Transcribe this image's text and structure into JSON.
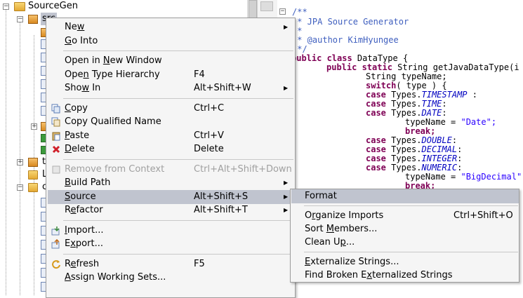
{
  "tree": {
    "root_label": "SourceGen",
    "src_label": "src",
    "items": [
      "te",
      "Li",
      "c"
    ]
  },
  "editor": {
    "lines": [
      {
        "t": "/**",
        "c": "cm"
      },
      {
        "t": " * JPA Source Generator",
        "c": "cm"
      },
      {
        "t": " *",
        "c": "cm"
      },
      {
        "t": " * @author KimHyungee",
        "c": "cm"
      },
      {
        "t": " */",
        "c": "cm"
      }
    ],
    "class_kw": "public class",
    "class_name": " DataType {",
    "method_kw": "public static",
    "method_sig": " String getJavaDataType(i",
    "var_decl": "String typeName;",
    "switch_kw": "switch",
    "switch_rest": "( type ) {",
    "case_kw": "case",
    "types_prefix": "Types.",
    "cases": [
      "TIMESTAMP",
      "TIME",
      "DATE",
      "DOUBLE",
      "DECIMAL",
      "INTEGER",
      "NUMERIC"
    ],
    "typename_assign": "typeName = ",
    "date_str": "\"Date\";",
    "bigdecimal_str": "\"BigDecimal\";",
    "break_kw": "break;"
  },
  "menu": {
    "items": [
      {
        "label": "New",
        "mn": 2,
        "arrow": true
      },
      {
        "label": "Go Into",
        "mn": 0
      },
      {
        "sep": true
      },
      {
        "label": "Open in New Window",
        "mn": 8
      },
      {
        "label": "Open Type Hierarchy",
        "mn": 3,
        "shortcut": "F4"
      },
      {
        "label": "Show In",
        "mn": 3,
        "shortcut": "Alt+Shift+W",
        "arrow": true
      },
      {
        "sep": true
      },
      {
        "label": "Copy",
        "mn": 0,
        "shortcut": "Ctrl+C",
        "icon": "copy-icon"
      },
      {
        "label": "Copy Qualified Name",
        "mn": -1,
        "icon": "copy-qualified-icon"
      },
      {
        "label": "Paste",
        "mn": 0,
        "shortcut": "Ctrl+V",
        "icon": "paste-icon"
      },
      {
        "label": "Delete",
        "mn": 0,
        "shortcut": "Delete",
        "icon": "delete-icon"
      },
      {
        "sep": true
      },
      {
        "label": "Remove from Context",
        "mn": -1,
        "shortcut": "Ctrl+Alt+Shift+Down",
        "disabled": true,
        "icon": "remove-context-icon"
      },
      {
        "label": "Build Path",
        "mn": 0,
        "arrow": true
      },
      {
        "label": "Source",
        "mn": 0,
        "shortcut": "Alt+Shift+S",
        "arrow": true,
        "highlighted": true
      },
      {
        "label": "Refactor",
        "mn": 1,
        "shortcut": "Alt+Shift+T",
        "arrow": true
      },
      {
        "sep": true
      },
      {
        "label": "Import...",
        "mn": 0,
        "icon": "import-icon"
      },
      {
        "label": "Export...",
        "mn": 1,
        "icon": "export-icon"
      },
      {
        "sep": true
      },
      {
        "label": "Refresh",
        "mn": 1,
        "shortcut": "F5",
        "icon": "refresh-icon"
      },
      {
        "label": "Assign Working Sets...",
        "mn": 0
      }
    ]
  },
  "submenu": {
    "items": [
      {
        "label": "Format",
        "mn": -1,
        "highlighted": true
      },
      {
        "sep": true
      },
      {
        "label": "Organize Imports",
        "mn": 1,
        "shortcut": "Ctrl+Shift+O"
      },
      {
        "label": "Sort Members...",
        "mn": 5
      },
      {
        "label": "Clean Up...",
        "mn": 7
      },
      {
        "sep": true
      },
      {
        "label": "Externalize Strings...",
        "mn": 0
      },
      {
        "label": "Find Broken Externalized Strings",
        "mn": 13
      }
    ]
  }
}
